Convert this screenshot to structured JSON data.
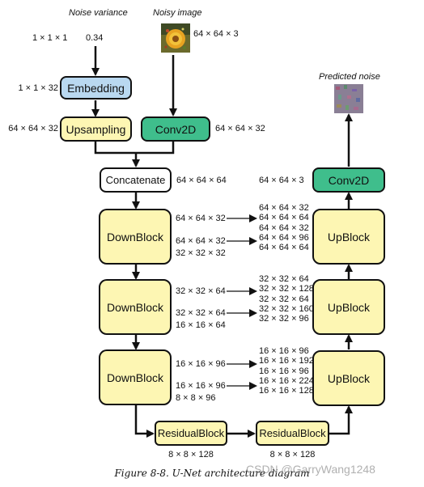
{
  "top": {
    "noise_variance_title": "Noise variance",
    "noisy_image_title": "Noisy image",
    "variance_shape": "1 × 1 × 1",
    "variance_value": "0.34",
    "image_shape": "64 × 64 × 3"
  },
  "nodes": {
    "embedding": "Embedding",
    "embedding_shape": "1 × 1 × 32",
    "upsampling": "Upsampling",
    "upsampling_shape": "64 × 64 × 32",
    "conv2d_in": "Conv2D",
    "conv2d_in_shape": "64 × 64 × 32",
    "concatenate": "Concatenate",
    "concatenate_shape": "64 × 64 × 64",
    "conv2d_out": "Conv2D",
    "conv2d_out_shape": "64 × 64 × 3",
    "predicted_noise_title": "Predicted noise"
  },
  "down_blocks": [
    {
      "label": "DownBlock",
      "skip1": "64 × 64 × 32",
      "skip2": "64 × 64 × 32",
      "out": "32 × 32 × 32"
    },
    {
      "label": "DownBlock",
      "skip1": "32 × 32 × 64",
      "skip2": "32 × 32 × 64",
      "out": "16 × 16 × 64"
    },
    {
      "label": "DownBlock",
      "skip1": "16 × 16 × 96",
      "skip2": "16 × 16 × 96",
      "out": "8 × 8 × 96"
    }
  ],
  "up_blocks": [
    {
      "label": "UpBlock",
      "lines": [
        "64 × 64 × 32",
        "64 × 64 × 64",
        "64 × 64 × 32",
        "64 × 64 × 96",
        "64 × 64 × 64"
      ]
    },
    {
      "label": "UpBlock",
      "lines": [
        "32 × 32 × 64",
        "32 × 32 × 128",
        "32 × 32 × 64",
        "32 × 32 × 160",
        "32 × 32 × 96"
      ]
    },
    {
      "label": "UpBlock",
      "lines": [
        "16 × 16 × 96",
        "16 × 16 × 192",
        "16 × 16 × 96",
        "16 × 16 × 224",
        "16 × 16 × 128"
      ]
    }
  ],
  "residual": [
    {
      "label": "ResidualBlock",
      "shape": "8 × 8 × 128"
    },
    {
      "label": "ResidualBlock",
      "shape": "8 × 8 × 128"
    }
  ],
  "caption": "Figure 8-8. U-Net architecture diagram",
  "watermark": "CSDN @GarryWang1248",
  "colors": {
    "embedding_fill": "#b9d8f0",
    "upsampling_fill": "#fdf6b3",
    "conv2d_fill": "#3fbe8c",
    "block_fill": "#fdf6b3",
    "concatenate_fill": "#ffffff",
    "line": "#111111"
  },
  "icons": {
    "noisy_image": "noisy-flower-thumbnail",
    "predicted_noise": "noise-thumbnail"
  }
}
